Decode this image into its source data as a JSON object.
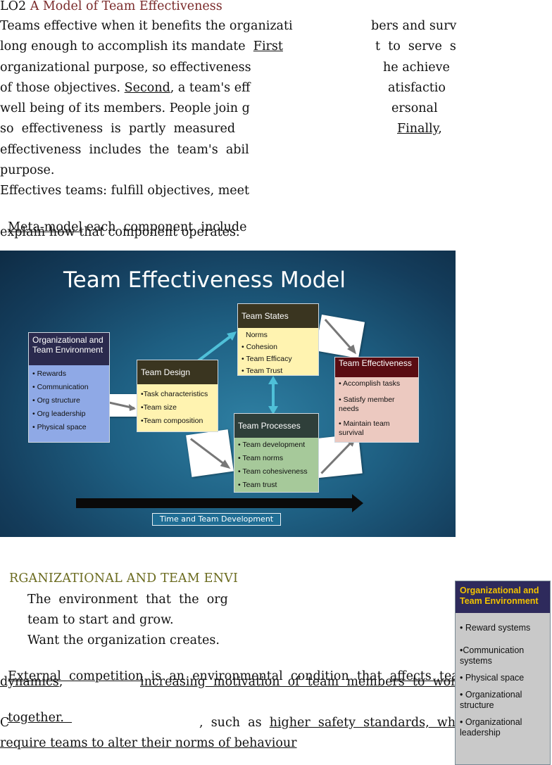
{
  "top": {
    "lo_prefix": "LO2",
    "lo_title": "A Model of Team Effectiveness",
    "col1": [
      "Teams effective when it benefits the organizati",
      "long enough to accomplish its mandate",
      "First",
      "organizational purpose, so effectiveness",
      "of those objectives.",
      "Second",
      ", a team's eff",
      "well being of its members. People join g",
      "so  effectiveness  is  partly  measured",
      "effectiveness  includes  the  team's  abil",
      "purpose.",
      "Effectives teams: fulfill objectives, meet",
      "Meta-model",
      " each  component  include",
      "explain how that component operates."
    ],
    "col2": [
      "bers and surv",
      "t  to  serve  s",
      "he achieve",
      "atisfactio",
      "ersonal",
      "Finally",
      ","
    ]
  },
  "slide": {
    "title": "Team Effectiveness Model",
    "org_env": {
      "header": "Organizational and Team Environment",
      "items": [
        "• Rewards",
        "• Communication",
        "• Org structure",
        "• Org leadership",
        "• Physical space"
      ]
    },
    "team_design": {
      "header": "Team Design",
      "items": [
        "•Task characteristics",
        "•Team size",
        "•Team composition"
      ]
    },
    "team_states": {
      "header": "Team States",
      "items": [
        "Norms",
        "• Cohesion",
        "• Team Efficacy",
        "• Team Trust"
      ]
    },
    "team_processes": {
      "header": "Team Processes",
      "items": [
        "• Team development",
        "• Team norms",
        "• Team cohesiveness",
        "• Team trust"
      ]
    },
    "team_effectiveness": {
      "header": "Team Effectiveness",
      "items": [
        "• Accomplish tasks",
        "• Satisfy member needs",
        "• Maintain team survival"
      ]
    },
    "timeline_label": "Time and Team Development",
    "colors": {
      "navy": "#2b2a4e",
      "olive": "#3a3520",
      "maroon": "#5a0c12",
      "green_header": "#2f3f3a",
      "blue_body": "#8fa9e6",
      "yellow_body": "#fff3b0",
      "pink_body": "#ecc9c0",
      "green_body": "#a6c99a"
    }
  },
  "bottom": {
    "section_heading": "RGANIZATIONAL AND TEAM ENVI",
    "para1_a": "The  environment  that  the  org",
    "para1_b": "team to start and grow.",
    "para1_c": "Want the organization creates.",
    "p2_u1": "External  competition",
    "p2_t1": "  is  an  environmental  condition  that  ",
    "p2_u2": "affects  team",
    "p2_u3": "dynamics",
    "p2_t2": ",",
    "p2_u4": "increasing  motivation  of  team  members  to  work",
    "p2_u5": "together.  ",
    "p3_c": "C",
    "p3_t1": ",  such  as  ",
    "p3_u1": "higher  safety  standards,  which",
    "p3_u2": "require teams to alter their norms of behaviour"
  },
  "side": {
    "header": "Organizational and Team Environment",
    "items": [
      "• Reward systems",
      "•Communication systems",
      "• Physical space",
      "• Organizational structure",
      "• Organizational leadership"
    ]
  }
}
